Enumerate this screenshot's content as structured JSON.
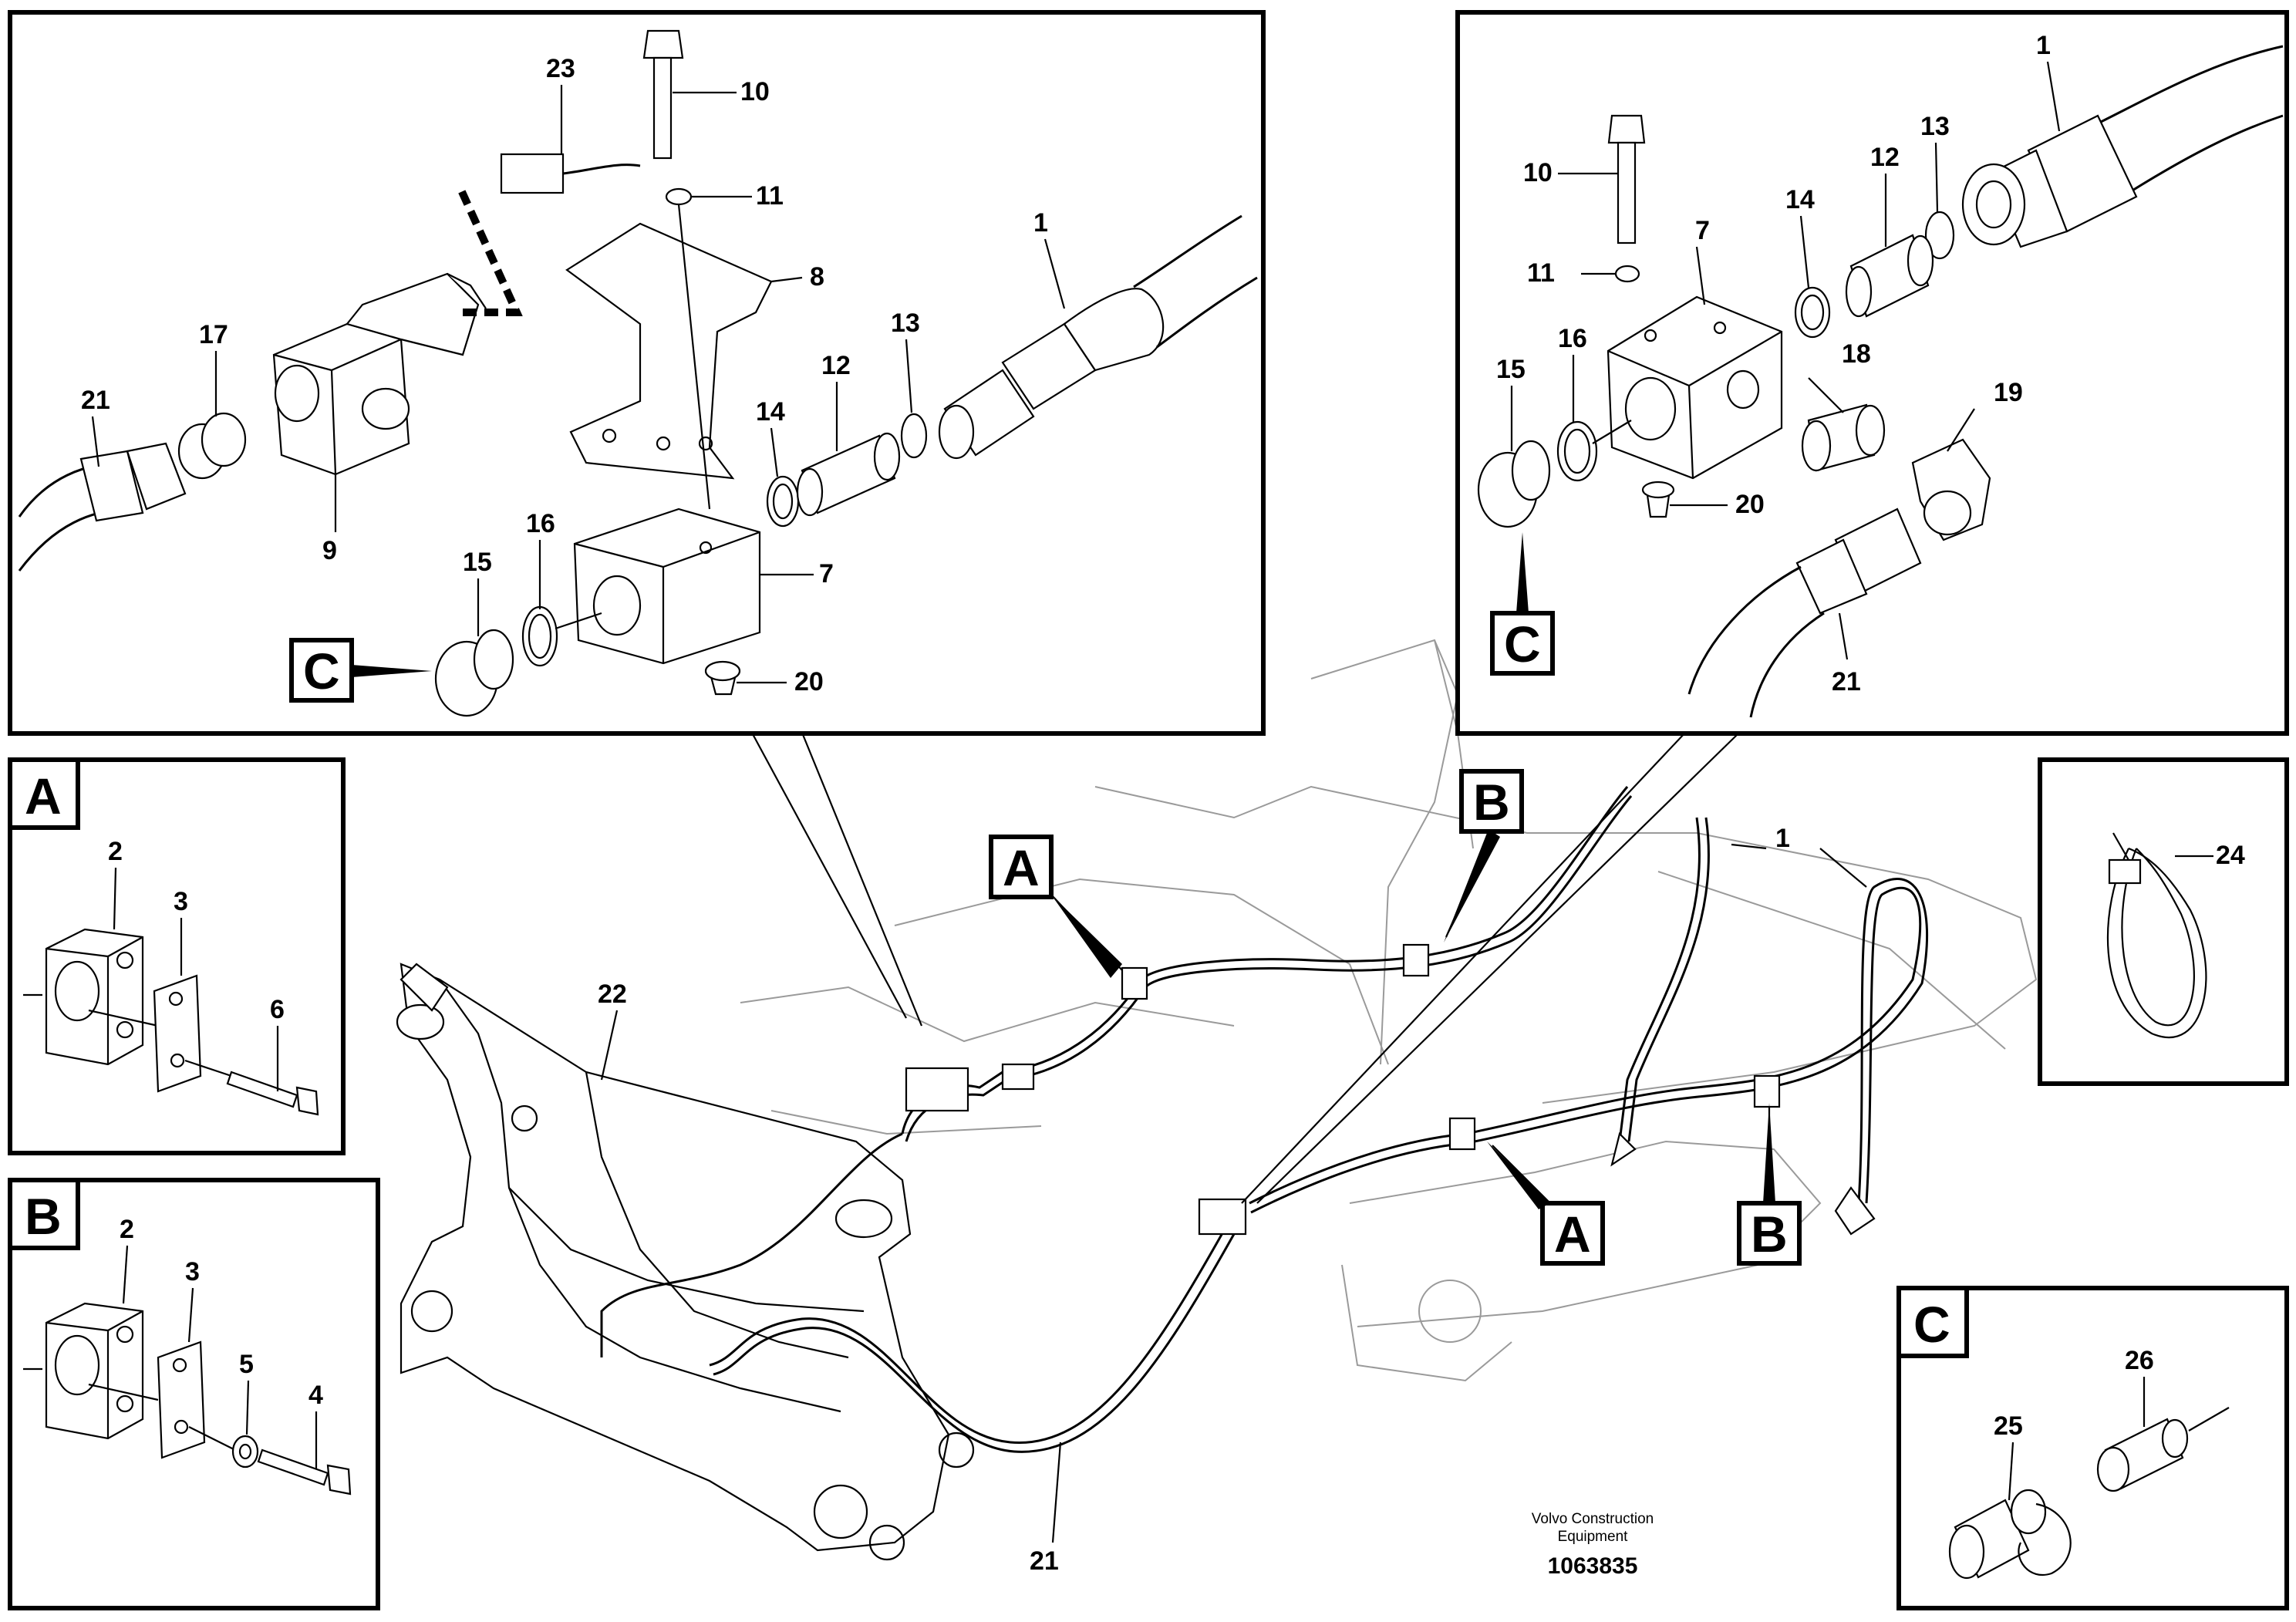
{
  "callouts": {
    "main": {
      "p1": "1",
      "p21": "21",
      "p22": "22",
      "A1": "A",
      "A2": "A",
      "B1": "B",
      "B2": "B"
    },
    "detail_left": {
      "p1": "1",
      "p7": "7",
      "p8": "8",
      "p9": "9",
      "p10": "10",
      "p11": "11",
      "p12": "12",
      "p13": "13",
      "p14": "14",
      "p15": "15",
      "p16": "16",
      "p17": "17",
      "p20": "20",
      "p21": "21",
      "p23": "23",
      "C": "C"
    },
    "detail_right": {
      "p1": "1",
      "p7": "7",
      "p10": "10",
      "p11": "11",
      "p12": "12",
      "p13": "13",
      "p14": "14",
      "p15": "15",
      "p16": "16",
      "p18": "18",
      "p19": "19",
      "p20": "20",
      "p21": "21",
      "C": "C"
    },
    "inset_a": {
      "title": "A",
      "p2": "2",
      "p3": "3",
      "p6": "6"
    },
    "inset_b": {
      "title": "B",
      "p2": "2",
      "p3": "3",
      "p4": "4",
      "p5": "5"
    },
    "inset_c": {
      "title": "C",
      "p25": "25",
      "p26": "26"
    },
    "inset_tie": {
      "p24": "24"
    }
  },
  "footer": {
    "company_line1": "Volvo Construction",
    "company_line2": "Equipment",
    "drawing_number": "1063835"
  },
  "colors": {
    "line": "#000000",
    "ghost": "#9a9a9a",
    "background": "#ffffff"
  }
}
